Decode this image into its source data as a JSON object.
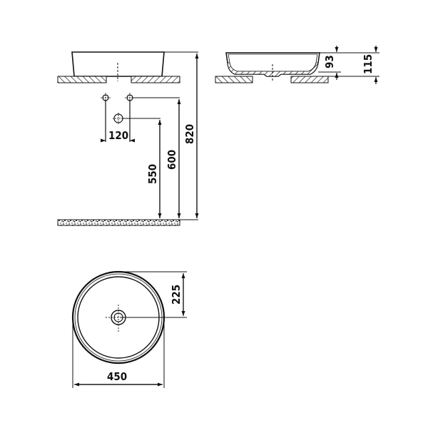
{
  "drawing": {
    "subject": "Round countertop washbasin technical drawing",
    "views": [
      "front-elevation",
      "side-section",
      "top-view"
    ],
    "dimensions_mm": {
      "tap_hole_spacing": "120",
      "waste_height": "550",
      "supply_height": "600",
      "counter_height": "820",
      "basin_inner_depth": "93",
      "basin_total_height": "115",
      "radius": "225",
      "diameter": "450"
    },
    "colors": {
      "line": "#111111",
      "background": "#ffffff"
    }
  }
}
